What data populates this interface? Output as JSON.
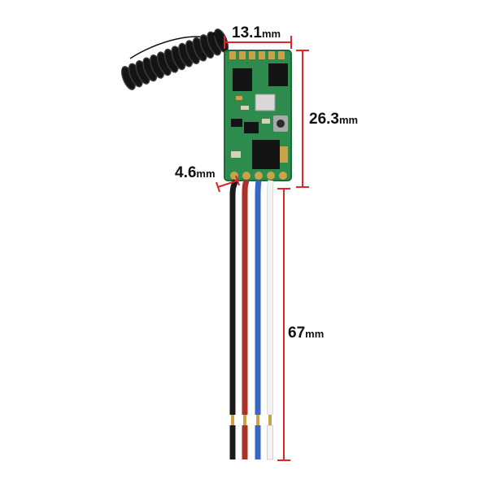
{
  "dimensions": {
    "board_width": {
      "value": "13.1",
      "unit": "mm"
    },
    "board_height": {
      "value": "26.3",
      "unit": "mm"
    },
    "pin_pitch": {
      "value": "4.6",
      "unit": "mm"
    },
    "wire_length": {
      "value": "67",
      "unit": "mm"
    }
  },
  "colors": {
    "dimension_line": "#e0252c",
    "pcb": "#2e8b4e",
    "pcb_dark": "#1f6a38",
    "antenna": "#111111",
    "wire_black": "#1a1a1a",
    "wire_red": "#a8322a",
    "wire_blue": "#3a66c4",
    "wire_white": "#f3f3f3",
    "copper": "#c9a24a"
  }
}
